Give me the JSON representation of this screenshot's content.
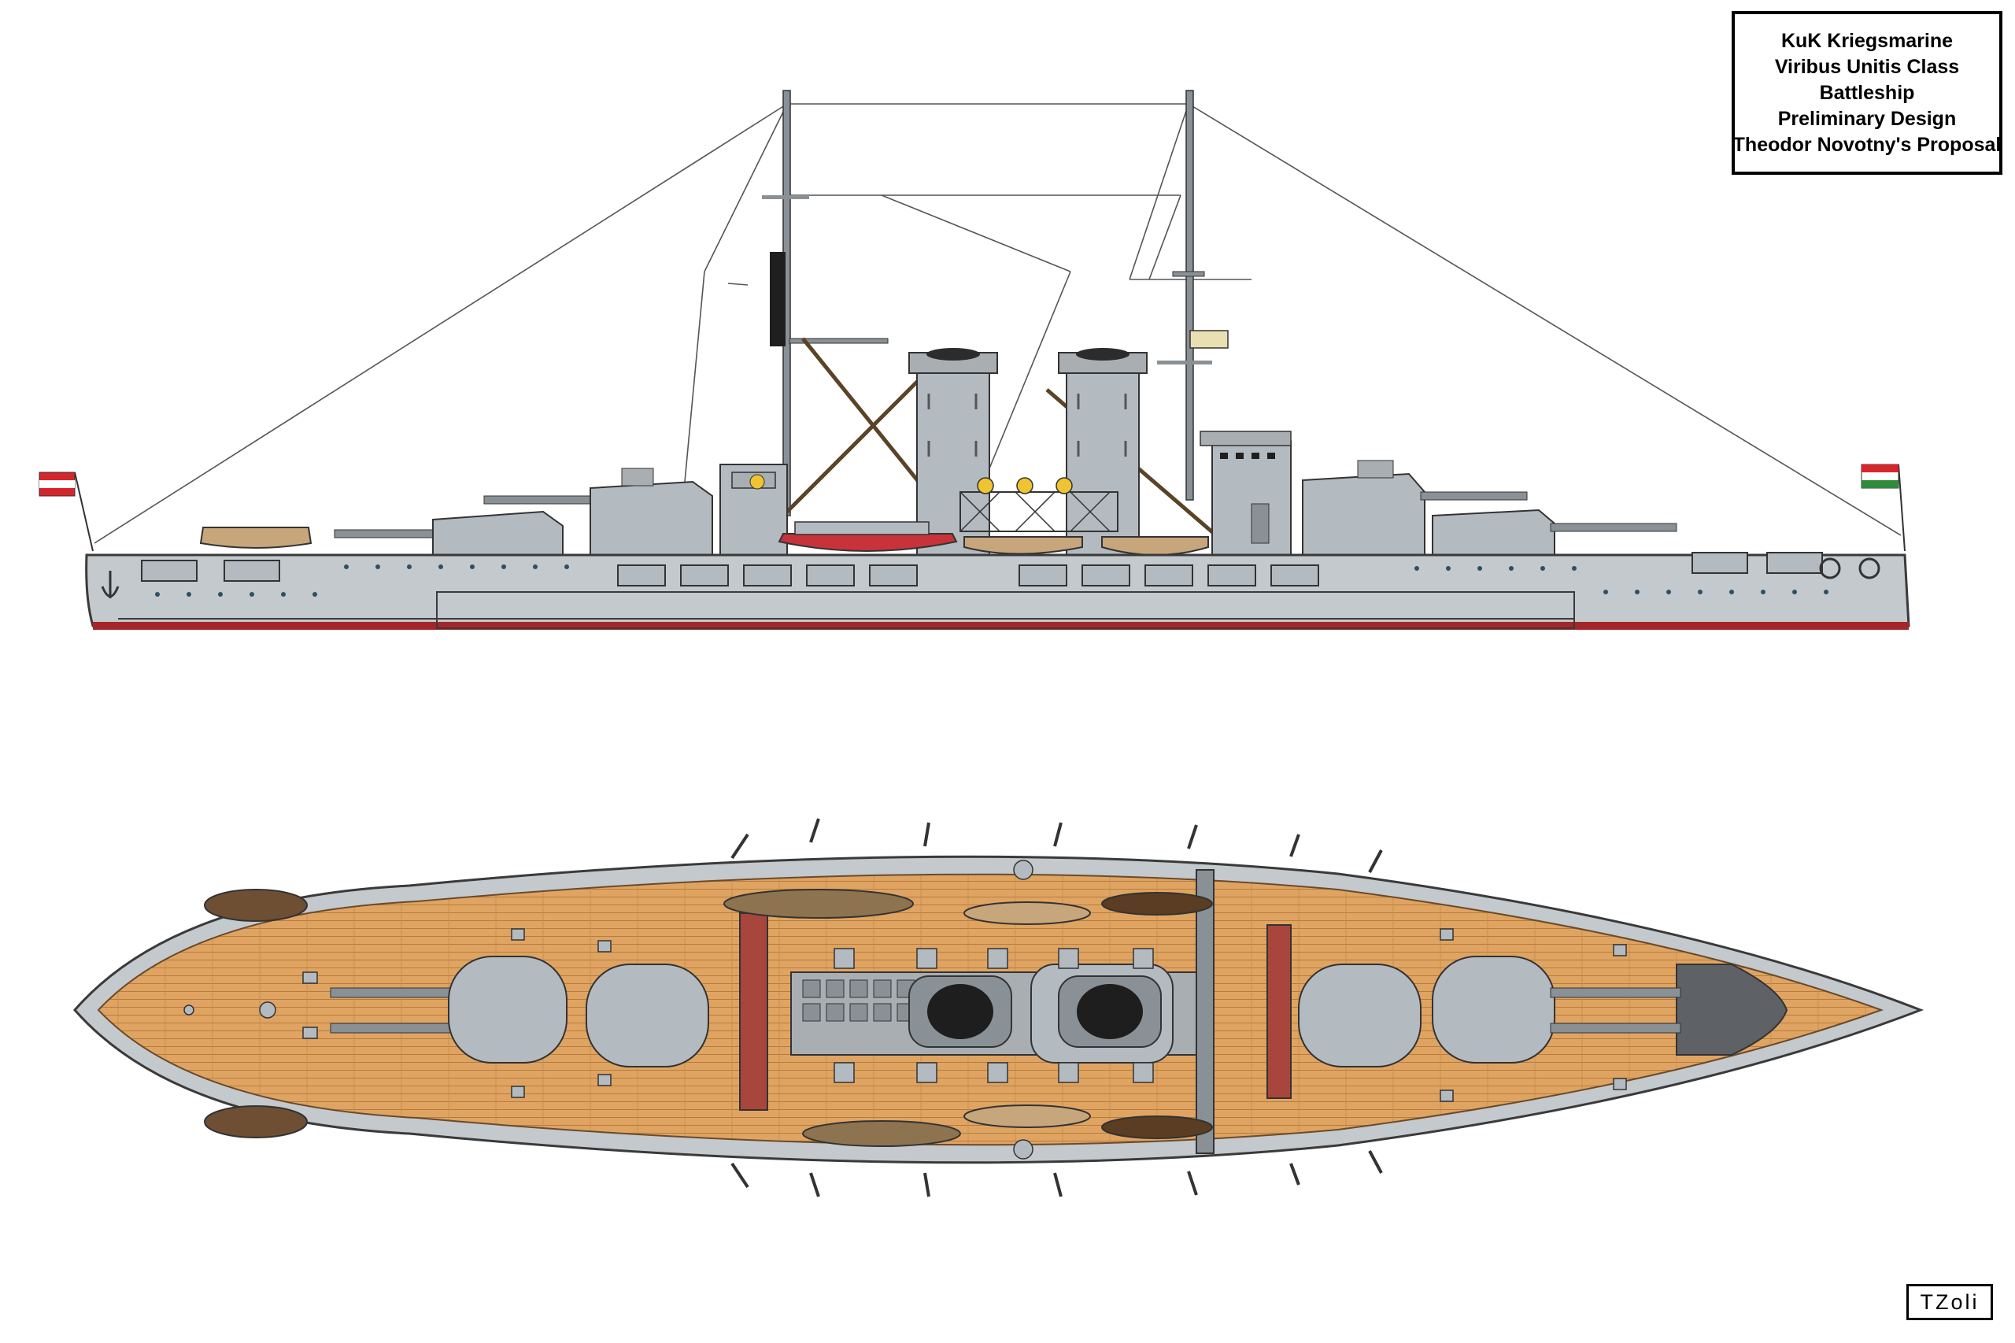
{
  "title_block": {
    "lines": [
      "KuK Kriegsmarine",
      "Viribus Unitis Class",
      "Battleship",
      "Preliminary Design",
      "Theodor Novotny's Proposal"
    ]
  },
  "signature": "TZoli",
  "colors": {
    "hull_grey": "#c3c9cd",
    "hull_outline": "#3a3a3a",
    "waterline_red": "#a3262b",
    "deck_wood": "#e0a462",
    "deck_plank_line": "#b77c3d",
    "superstructure_grey": "#a9aeb2",
    "funnel_dark": "#2c2c2c",
    "boat_red": "#c8323a",
    "boat_wood": "#c8a67c",
    "flag_red": "#d6262d",
    "flag_green": "#2f8a3b"
  },
  "views": {
    "profile": {
      "name": "side-elevation",
      "main_turrets": 4,
      "funnels": 2,
      "masts": 2
    },
    "plan": {
      "name": "deck-plan",
      "main_turrets": 4,
      "funnels": 2
    }
  }
}
